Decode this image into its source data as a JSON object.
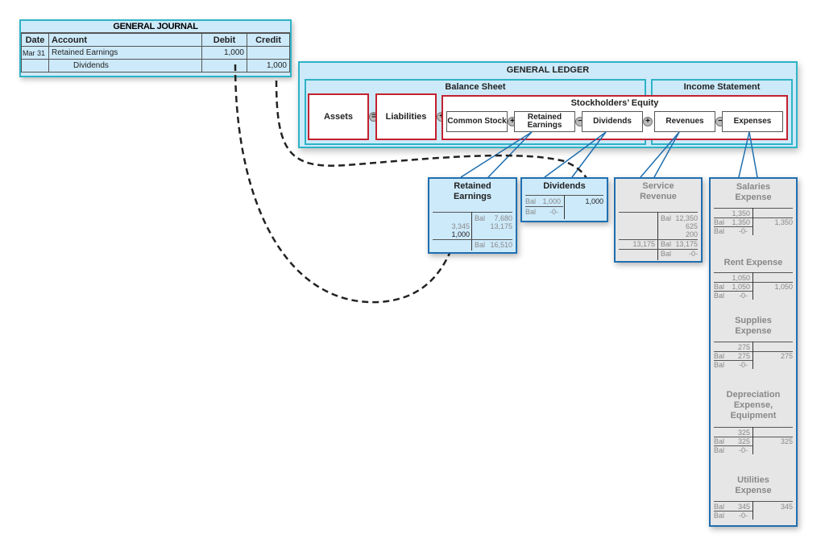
{
  "journal": {
    "title": "GENERAL JOURNAL",
    "headers": {
      "date": "Date",
      "account": "Account",
      "debit": "Debit",
      "credit": "Credit"
    },
    "rows": [
      {
        "date": "Mar 31",
        "account": "Retained Earnings",
        "debit": "1,000",
        "credit": ""
      },
      {
        "date": "",
        "account": "Dividends",
        "debit": "",
        "credit": "1,000"
      }
    ]
  },
  "ledger": {
    "title": "GENERAL LEDGER",
    "balance_sheet": "Balance Sheet",
    "income_statement": "Income Statement",
    "assets": "Assets",
    "liabilities": "Liabilities",
    "equity": "Stockholders’ Equity",
    "common_stock": "Common Stock",
    "retained_earnings": "Retained Earnings",
    "dividends": "Dividends",
    "revenues": "Revenues",
    "expenses": "Expenses",
    "ops": {
      "eq": "=",
      "plus": "+",
      "minus": "−"
    }
  },
  "t_accounts": {
    "retained_earnings": {
      "title": "Retained Earnings",
      "bal_label": "Bal",
      "credit_bal": "7,680",
      "credit_2": "13,175",
      "debit_1": "3,345",
      "debit_2": "1,000",
      "ending_bal": "16,510"
    },
    "dividends": {
      "title": "Dividends",
      "bal_label": "Bal",
      "debit_bal": "1,000",
      "credit": "1,000",
      "ending_bal": "-0-"
    },
    "service_revenue": {
      "title": "Service Revenue",
      "bal_label": "Bal",
      "credit_bal": "12,350",
      "credit_2": "625",
      "credit_3": "200",
      "debit_close": "13,175",
      "credit_total": "13,175",
      "ending_bal": "-0-"
    },
    "expenses": [
      {
        "title": "Salaries Expense",
        "entry": "1,350",
        "bal": "1,350",
        "credit": "1,350",
        "ending": "-0-"
      },
      {
        "title": "Rent Expense",
        "entry": "1,050",
        "bal": "1,050",
        "credit": "1,050",
        "ending": "-0-"
      },
      {
        "title": "Supplies Expense",
        "entry": "275",
        "bal": "275",
        "credit": "275",
        "ending": "-0-"
      },
      {
        "title": "Depreciation Expense, Equipment",
        "entry": "325",
        "bal": "325",
        "credit": "325",
        "ending": "-0-"
      },
      {
        "title": "Utilities Expense",
        "entry": "",
        "bal": "345",
        "credit": "345",
        "ending": "-0-"
      }
    ]
  },
  "colors": {
    "panel_fill": "#cdeafa",
    "panel_border": "#2fb3c6",
    "equity_border": "#c4202f",
    "t_account_border": "#1f6fb0",
    "closed_fill": "#e6e6e6"
  }
}
